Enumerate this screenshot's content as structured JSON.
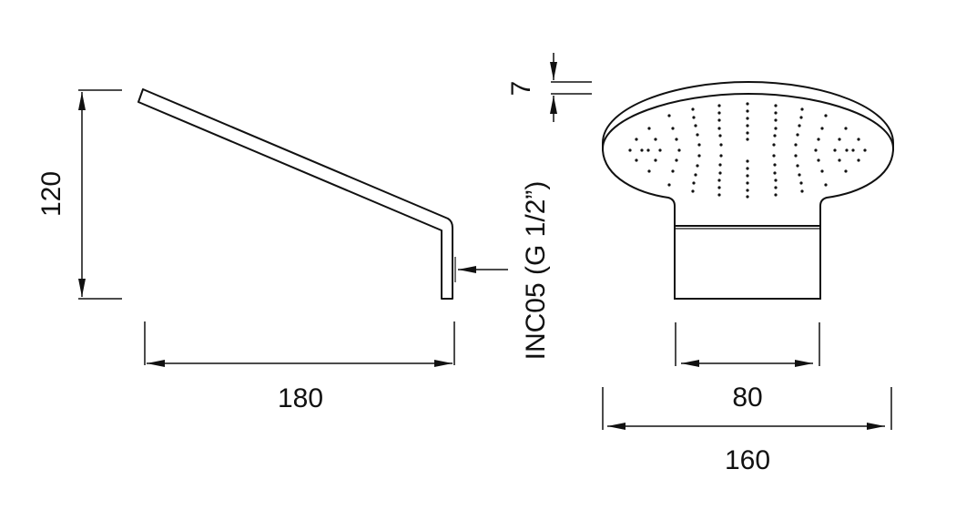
{
  "drawing": {
    "type": "technical-dimension-drawing",
    "subject": "wall-mounted shower arm with round shower head",
    "line_color": "#111111",
    "background": "#ffffff"
  },
  "side_view": {
    "height_label": "120",
    "length_label": "180",
    "connection_label": "INC05 (G 1/2”)"
  },
  "front_view": {
    "head_thickness_label": "7",
    "neck_width_label": "80",
    "head_diameter_label": "160"
  }
}
